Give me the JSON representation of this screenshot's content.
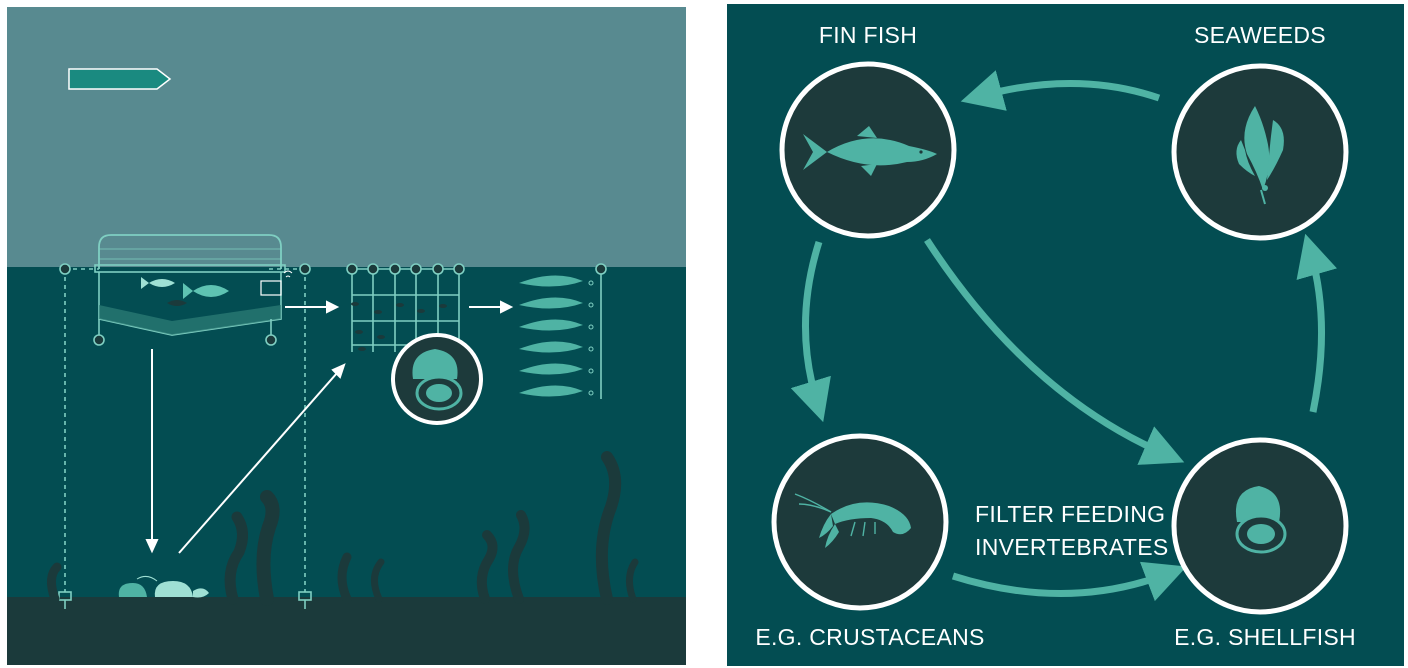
{
  "left_scene": {
    "icons": [
      "current-direction-arrow",
      "fish-cage",
      "sensor-box",
      "mussel-longline-grid",
      "shellfish-badge",
      "seaweed-longline",
      "crustaceans",
      "seabed-seaweeds",
      "mooring-anchor"
    ]
  },
  "cycle": {
    "nodes": {
      "fin_fish": "FIN FISH",
      "seaweeds": "SEAWEEDS",
      "crustaceans": "E.G. CRUSTACEANS",
      "shellfish": "E.G. SHELLFISH"
    },
    "center_label_line1": "FILTER FEEDING",
    "center_label_line2": "INVERTEBRATES"
  },
  "colors": {
    "sky": "#588a90",
    "sea": "#034d52",
    "seabed": "#1b3a3b",
    "accent": "#4fb3a4",
    "circle_fill": "#1d3a3b",
    "circle_ring": "#ffffff"
  }
}
